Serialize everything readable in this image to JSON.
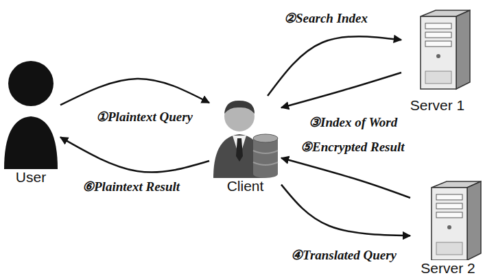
{
  "diagram": {
    "nodes": [
      {
        "text": [
          "User"
        ]
      },
      {
        "text": [
          "Client"
        ]
      },
      {
        "text": [
          "Server 1"
        ]
      },
      {
        "text": [
          "Server 2"
        ]
      }
    ],
    "edges": [
      {
        "from": 0,
        "to": 1,
        "label": "①Plaintext Query",
        "arrow": "to"
      },
      {
        "from": 1,
        "to": 2,
        "label": "②Search Index",
        "arrow": "to"
      },
      {
        "from": 2,
        "to": 1,
        "label": "③Index of Word",
        "arrow": "to"
      },
      {
        "from": 1,
        "to": 3,
        "label": "④Translated Query",
        "arrow": "to"
      },
      {
        "from": 3,
        "to": 1,
        "label": "⑤Encrypted Result",
        "arrow": "to"
      },
      {
        "from": 1,
        "to": 0,
        "label": "⑥Plaintext Result",
        "arrow": "to"
      }
    ]
  }
}
